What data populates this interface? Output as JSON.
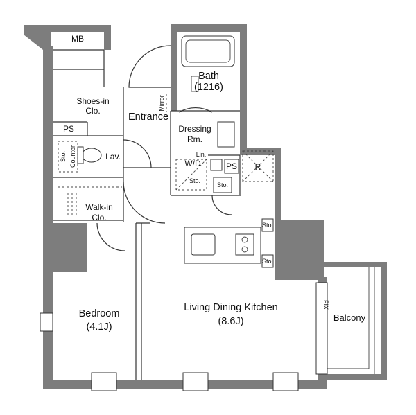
{
  "rooms": {
    "mb": "MB",
    "bath": "Bath",
    "bath_size": "(1216)",
    "shoes_in": "Shoes-in",
    "shoes_in_clo": "Clo.",
    "entrance": "Entrance",
    "mirror": "Mirror",
    "ps_left": "PS",
    "dressing": "Dressing",
    "dressing_rm": "Rm.",
    "lin": "Lin.",
    "wd": "W/D",
    "ps_right": "PS",
    "refrigerator": "R",
    "sto_counter": "Sto.",
    "counter": "Counter",
    "lav": "Lav.",
    "sto_dressing": "Sto.",
    "sto_hall": "Sto.",
    "walk_in": "Walk-in",
    "walk_in_clo": "Clo.",
    "sto_kitchen_1": "Sto.",
    "sto_kitchen_2": "Sto.",
    "bedroom": "Bedroom",
    "bedroom_size": "(4.1J)",
    "ldk": "Living Dining Kitchen",
    "ldk_size": "(8.6J)",
    "balcony": "Balcony",
    "fix": "FIX"
  }
}
